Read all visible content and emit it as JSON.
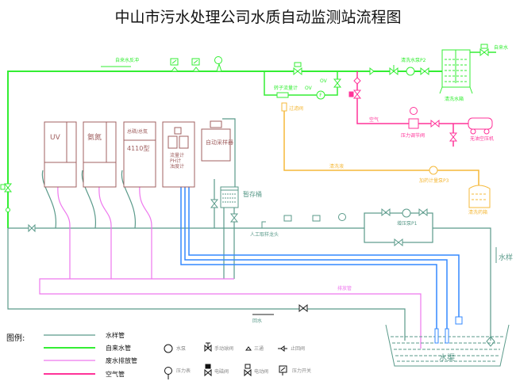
{
  "title": "中山市污水处理公司水质自动监测站流程图",
  "colors": {
    "sample": "#5a9a8a",
    "tap": "#33ee33",
    "waste": "#ee77ee",
    "air": "#ff3399",
    "dose": "#f5b93a",
    "signal": "#3388ff",
    "box": "#a06060"
  },
  "labels": {
    "tap_backflush": "自来水反冲",
    "pump_p2": "清洗水泵P2",
    "wash_tank": "清洗水箱",
    "tap_water": "自来水",
    "flowmeter": "转子流量计",
    "valve_ov": "OV",
    "check_ov": "OV",
    "filter_valve": "过滤阀",
    "air": "空气",
    "pressure_reg": "压力调节阀",
    "compressor": "无油空压机",
    "cleaner": "清洗液",
    "pump_p3": "加药计量泵P3",
    "reagent_tank": "清洗药箱",
    "buffer_tank": "暂存桶",
    "manual_tap": "人工取样龙头",
    "pump_p1": "增压泵P1",
    "sample_in": "水样",
    "drain": "排放管",
    "return": "回水",
    "channel": "水渠"
  },
  "instruments": [
    {
      "top": "",
      "main": "UV"
    },
    {
      "top": "",
      "main": "氨氮"
    },
    {
      "top": "总磷/总氮",
      "main": "4110型"
    },
    {
      "top": "",
      "main": "",
      "lines": [
        "流量计",
        "PH计",
        "浊度计"
      ]
    },
    {
      "top": "",
      "main": "自动采样器"
    }
  ],
  "legend": {
    "title": "图例:",
    "lines": [
      "水样管",
      "自来水管",
      "废水排放管",
      "空气管"
    ],
    "symbols": [
      "水泵",
      "手动球阀",
      "三通",
      "止回阀",
      "压力表",
      "电磁阀",
      "电动阀",
      "压力开关"
    ]
  }
}
